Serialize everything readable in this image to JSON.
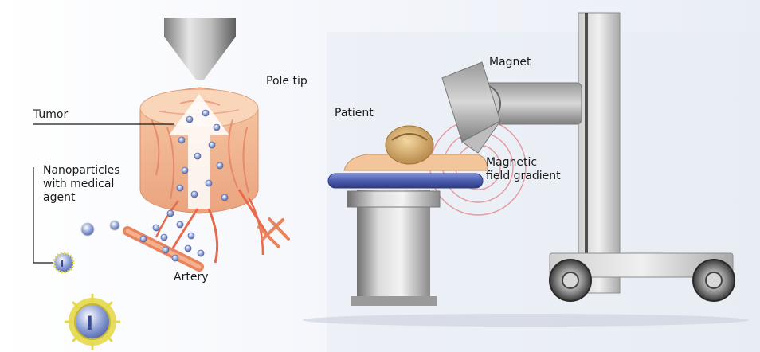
{
  "labels": {
    "pole_tip": "Pole tip",
    "tumor": "Tumor",
    "nanoparticles": "Nanoparticles\nwith medical\nagent",
    "artery": "Artery",
    "patient": "Patient",
    "magnet": "Magnet",
    "field_gradient": "Magnetic\nfield gradient"
  },
  "colors": {
    "tissue": "#f0b48c",
    "vessel": "#e86a4a",
    "metal": "#b8b8b8",
    "table_pad": "#5566b0",
    "particle": "#7a8fc8",
    "particle_coat": "#e6d84a",
    "field_rings": "#e88a90"
  }
}
